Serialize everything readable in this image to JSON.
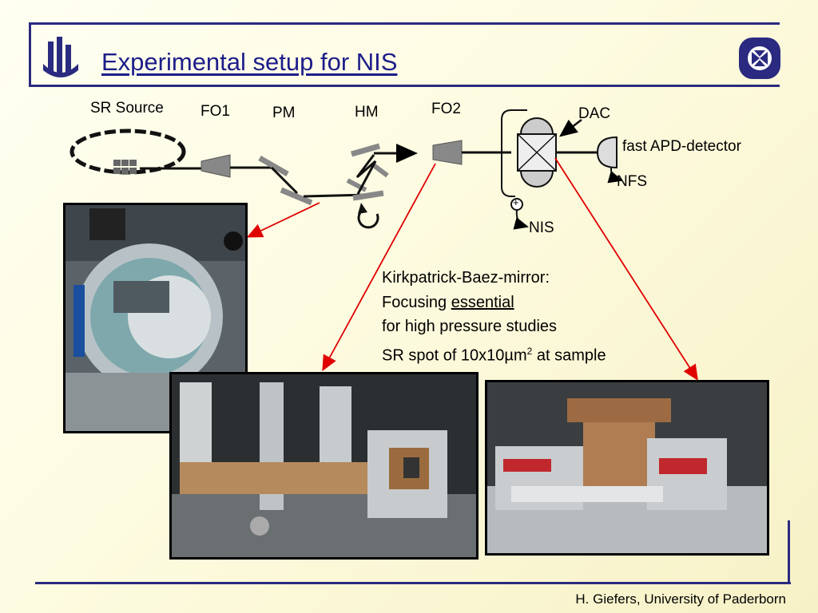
{
  "slide": {
    "title": "Experimental setup for NIS",
    "footer": "H. Giefers, University of Paderborn"
  },
  "diagram": {
    "labels": {
      "sr_source": "SR Source",
      "fo1": "FO1",
      "pm": "PM",
      "hm": "HM",
      "fo2": "FO2",
      "dac": "DAC",
      "apd": "fast APD-detector",
      "nfs": "NFS",
      "nis": "NIS",
      "plus": "+"
    }
  },
  "text_block": {
    "line1": "Kirkpatrick-Baez-mirror:",
    "line2_prefix": "Focusing ",
    "line2_underlined": "essential",
    "line3": "for high pressure studies",
    "line4_prefix": "SR spot of 10x10µm",
    "line4_sup": "2",
    "line4_suffix": " at sample"
  },
  "colors": {
    "accent": "#2a2a80",
    "title": "#1d1d8a",
    "arrow_red": "#e00000"
  }
}
